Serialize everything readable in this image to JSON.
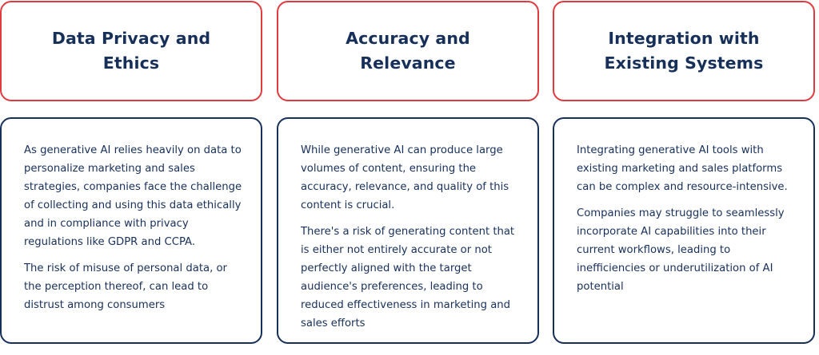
{
  "cards": [
    {
      "title_lines": [
        "Data Privacy and",
        "Ethics"
      ],
      "paragraphs": [
        "As generative AI relies heavily on data to personalize marketing and sales strategies, companies face the challenge of collecting and using this data ethically and in compliance with privacy regulations like GDPR and CCPA.",
        "The risk of misuse of personal data, or the perception thereof, can lead to distrust among consumers"
      ]
    },
    {
      "title_lines": [
        "Accuracy and",
        "Relevance"
      ],
      "paragraphs": [
        "While generative AI can produce large volumes of content, ensuring the accuracy, relevance, and quality of this content is crucial.",
        "There's a risk of generating content that is either not entirely accurate or not perfectly aligned with the target audience's preferences, leading to reduced effectiveness in marketing and sales efforts"
      ]
    },
    {
      "title_lines": [
        "Integration with",
        "Existing Systems"
      ],
      "paragraphs": [
        "Integrating generative AI tools with existing marketing and sales platforms can be complex and resource-intensive.",
        "Companies may struggle to seamlessly incorporate AI capabilities into their current workflows, leading to inefficiencies or underutilization of AI potential"
      ]
    }
  ],
  "colors": {
    "header_border": "#e03a3e",
    "body_border": "#17305a",
    "text": "#17305a",
    "background": "#ffffff"
  }
}
